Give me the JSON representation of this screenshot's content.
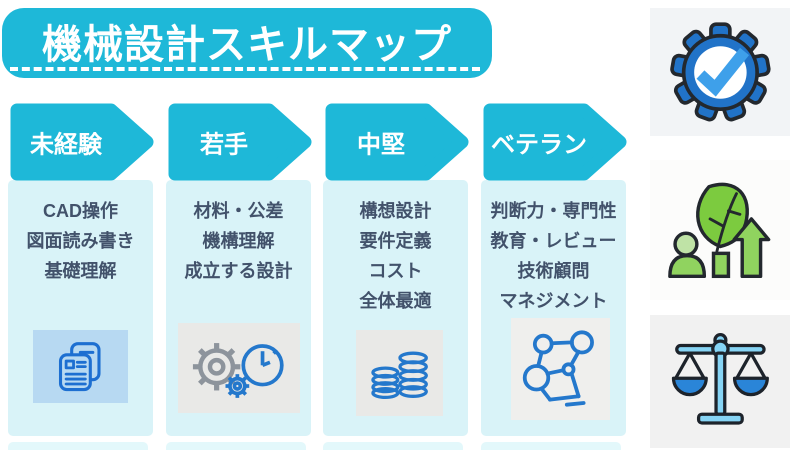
{
  "banner": {
    "title": "機械設計スキルマップ"
  },
  "columns": [
    {
      "label": "未経験",
      "skills": [
        "CAD操作",
        "図面読み書き",
        "基礎理解"
      ],
      "icon": "documents-icon"
    },
    {
      "label": "若手",
      "skills": [
        "材料・公差",
        "機構理解",
        "成立する設計"
      ],
      "icon": "gears-clock-icon"
    },
    {
      "label": "中堅",
      "skills": [
        "構想設計",
        "要件定義",
        "コスト",
        "全体最適"
      ],
      "icon": "coin-stacks-icon"
    },
    {
      "label": "ベテラン",
      "skills": [
        "判断力・専門性",
        "教育・レビュー",
        "技術顧問",
        "マネジメント"
      ],
      "icon": "network-icon"
    }
  ],
  "side_icons": [
    {
      "name": "gear-check-icon"
    },
    {
      "name": "growth-icon"
    },
    {
      "name": "balance-scale-icon"
    }
  ],
  "colors": {
    "accent_cyan": "#1eb8d8",
    "card_bg": "#d9f3f8",
    "skill_text": "#42526b",
    "icon_blue": "#1d6fd1",
    "gear_gray": "#8d949c",
    "green": "#90d35f",
    "scale_light_blue": "#86d4f5",
    "scale_dark_blue": "#2a85d8"
  }
}
